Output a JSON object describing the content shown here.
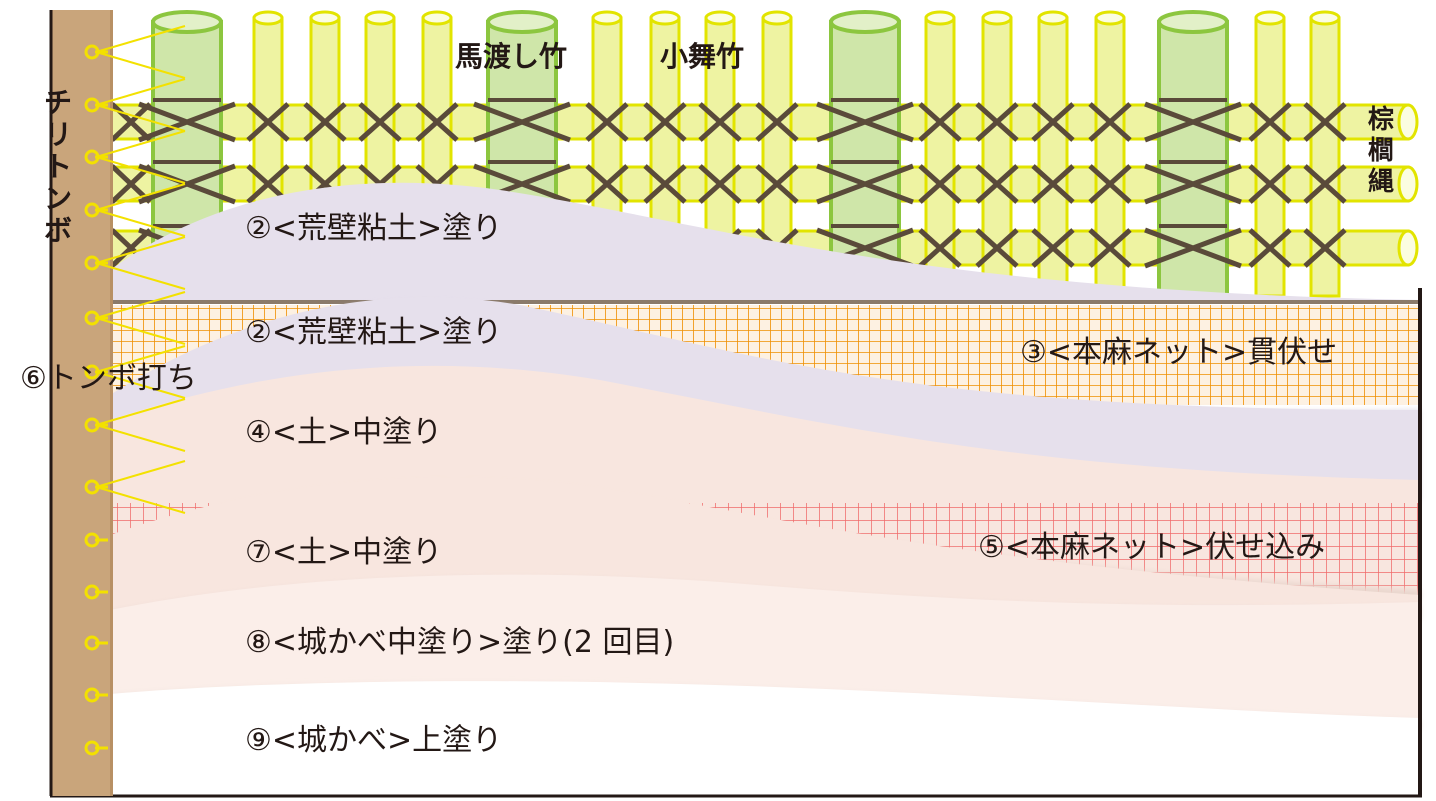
{
  "labels": {
    "madake": "馬渡し竹",
    "komaidake": "小舞竹",
    "shuro": "棕櫚縄",
    "chiritonbo": "チリトンボ",
    "arakabe_top": "②<荒壁粘土>塗り",
    "arakabe": "②<荒壁粘土>塗り",
    "net_nuki": "③<本麻ネット>貫伏せ",
    "tonbo_uchi": "⑥トンボ打ち",
    "naka_tsuchi_4": "④<土>中塗り",
    "net_fuse": "⑤<本麻ネット>伏せ込み",
    "naka_tsuchi_7": "⑦<土>中塗り",
    "shiro_naka": "⑧<城かべ中塗り>塗り(2 回目)",
    "shiro_ue": "⑨<城かべ>上塗り"
  },
  "colors": {
    "bamboo_fill": "#eef3a2",
    "bamboo_stroke": "#e2e400",
    "madake_fill": "#cfe6a9",
    "madake_stroke": "#8cc63f",
    "rope": "#5a4a3a",
    "post": "#c9a57b",
    "post_ring": "#f3e100",
    "arakabe": "#e6e0ec",
    "net_orange": "#ef8f00",
    "naka": "#f8e6df",
    "net_red": "#ef6a6a",
    "wall_line": "#231815"
  }
}
